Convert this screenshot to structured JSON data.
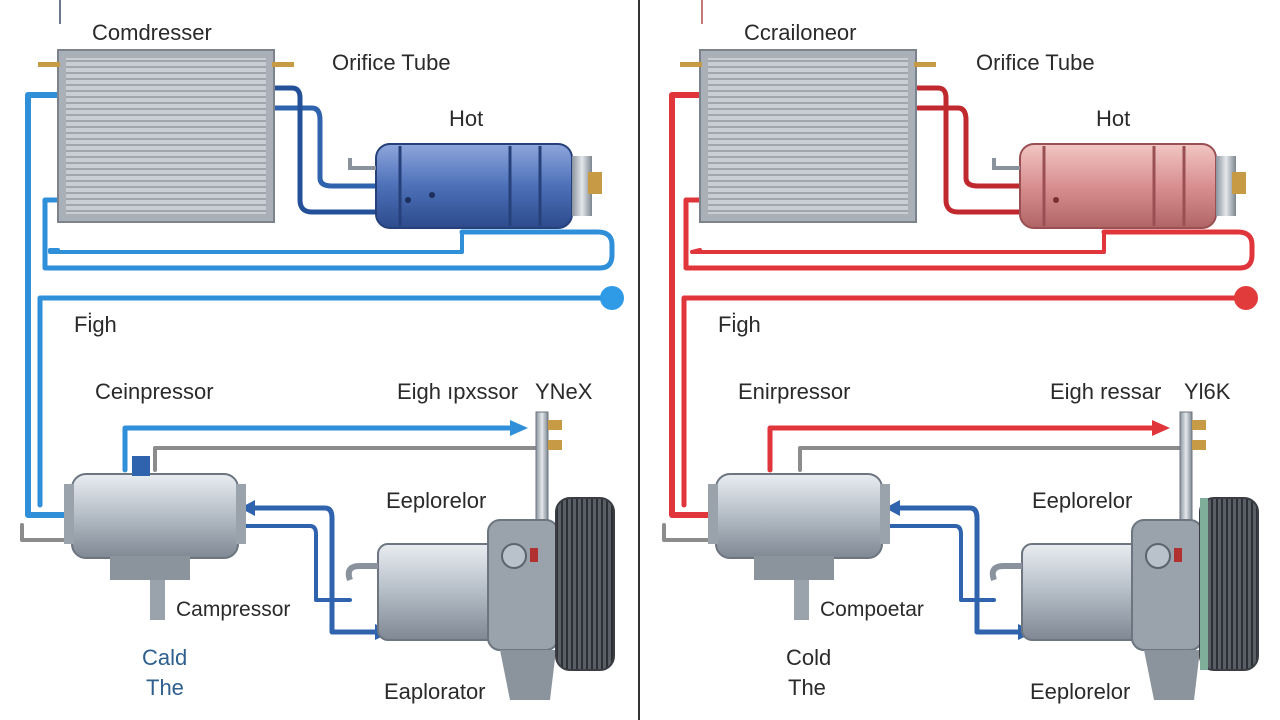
{
  "panels": [
    {
      "id": "left",
      "accent": "#2f8fd8",
      "accent_dark": "#24509a",
      "tank_color": "#4d70b8",
      "labels": {
        "top_component": "Comdresser",
        "orifice": "Orifice Tube",
        "hot": "Hot",
        "high": "Fi̇gh",
        "compressor": "Ceinpressor",
        "high_pressure": "Eigh ıpxssor",
        "code": "YNeX",
        "evaporator_top": "Eeplorelor",
        "compressor_bottom": "Campressor",
        "cold": "Cald",
        "the": "The",
        "evaporator_bottom": "Eaplorator"
      }
    },
    {
      "id": "right",
      "accent": "#e0353b",
      "accent_dark": "#c02a2f",
      "tank_color": "#d98f90",
      "labels": {
        "top_component": "Ccrailoneor",
        "orifice": "Orifice Tube",
        "hot": "Hot",
        "high": "Fi̇gh",
        "compressor": "Enirpressor",
        "high_pressure": "Eigh ressar",
        "code": "Yl6K",
        "evaporator_top": "Eeplorelor",
        "compressor_bottom": "Compoetar",
        "cold": "Cold",
        "the": "The",
        "evaporator_bottom": "Eeplorelor"
      }
    }
  ],
  "colors": {
    "return_line": "#2f63ad",
    "gray_line": "#8c8c8c",
    "divider": "#333333",
    "metal": "#b5bcc5",
    "fitting": "#c79a45"
  }
}
